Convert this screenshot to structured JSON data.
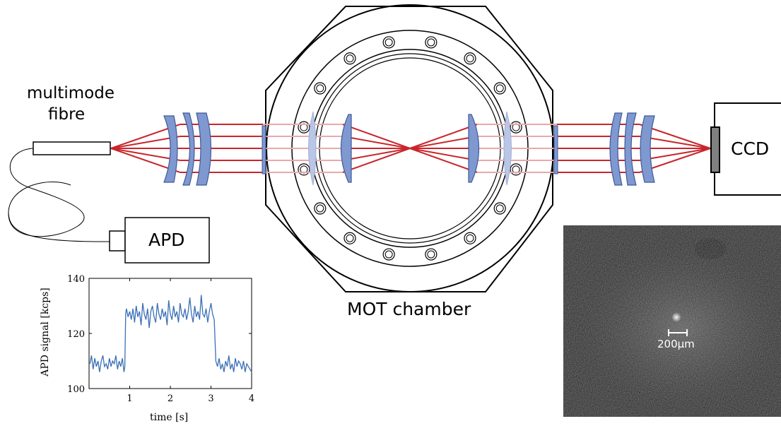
{
  "labels": {
    "fibre_line1": "multimode",
    "fibre_line2": "fibre",
    "apd": "APD",
    "ccd": "CCD",
    "chamber": "MOT chamber",
    "scale_bar": "200µm"
  },
  "colors": {
    "beam": "#c8262b",
    "beam_faint": "#eaa9aa",
    "lens_fill": "#7f98cf",
    "lens_stroke": "#3e5b9a",
    "viewport": "#b9c6e6",
    "trace": "#3b6fb6",
    "ccd_window": "#808080"
  },
  "chart_data": {
    "type": "line",
    "xlabel": "time [s]",
    "ylabel": "APD signal [kcps]",
    "xlim": [
      0,
      4
    ],
    "ylim": [
      100,
      140
    ],
    "xticks": [
      1,
      2,
      3,
      4
    ],
    "yticks": [
      100,
      120,
      140
    ],
    "grid": false,
    "series": [
      {
        "x": [
          0.02,
          0.06,
          0.1,
          0.14,
          0.18,
          0.22,
          0.26,
          0.3,
          0.34,
          0.38,
          0.42,
          0.46,
          0.5,
          0.54,
          0.58,
          0.62,
          0.66,
          0.7,
          0.74,
          0.78,
          0.82,
          0.86,
          0.88,
          0.9,
          0.92,
          0.96,
          1.0,
          1.04,
          1.08,
          1.12,
          1.16,
          1.2,
          1.24,
          1.28,
          1.32,
          1.36,
          1.4,
          1.44,
          1.48,
          1.52,
          1.56,
          1.6,
          1.64,
          1.68,
          1.72,
          1.76,
          1.8,
          1.84,
          1.88,
          1.92,
          1.96,
          2.0,
          2.04,
          2.08,
          2.12,
          2.16,
          2.2,
          2.24,
          2.28,
          2.32,
          2.36,
          2.4,
          2.44,
          2.48,
          2.52,
          2.56,
          2.6,
          2.64,
          2.68,
          2.72,
          2.76,
          2.8,
          2.84,
          2.88,
          2.92,
          2.96,
          3.0,
          3.04,
          3.06,
          3.08,
          3.12,
          3.16,
          3.2,
          3.24,
          3.28,
          3.32,
          3.36,
          3.4,
          3.44,
          3.48,
          3.52,
          3.56,
          3.6,
          3.64,
          3.68,
          3.72,
          3.76,
          3.8,
          3.84,
          3.88,
          3.92,
          3.96,
          4.0
        ],
        "y": [
          109,
          112,
          107,
          111,
          108,
          110,
          106,
          110,
          112,
          108,
          109,
          107,
          111,
          108,
          110,
          109,
          112,
          107,
          110,
          108,
          111,
          106,
          108,
          127,
          129,
          126,
          128,
          125,
          129,
          124,
          130,
          126,
          128,
          123,
          131,
          127,
          125,
          129,
          122,
          128,
          130,
          126,
          124,
          131,
          127,
          125,
          129,
          126,
          128,
          123,
          132,
          127,
          125,
          130,
          126,
          128,
          124,
          131,
          127,
          126,
          129,
          125,
          128,
          133,
          127,
          124,
          130,
          126,
          128,
          125,
          134,
          127,
          126,
          129,
          124,
          128,
          131,
          127,
          126,
          125,
          110,
          108,
          111,
          107,
          109,
          106,
          110,
          108,
          112,
          107,
          109,
          106,
          111,
          108,
          110,
          109,
          107,
          110,
          106,
          109,
          108,
          107,
          106
        ]
      }
    ]
  }
}
